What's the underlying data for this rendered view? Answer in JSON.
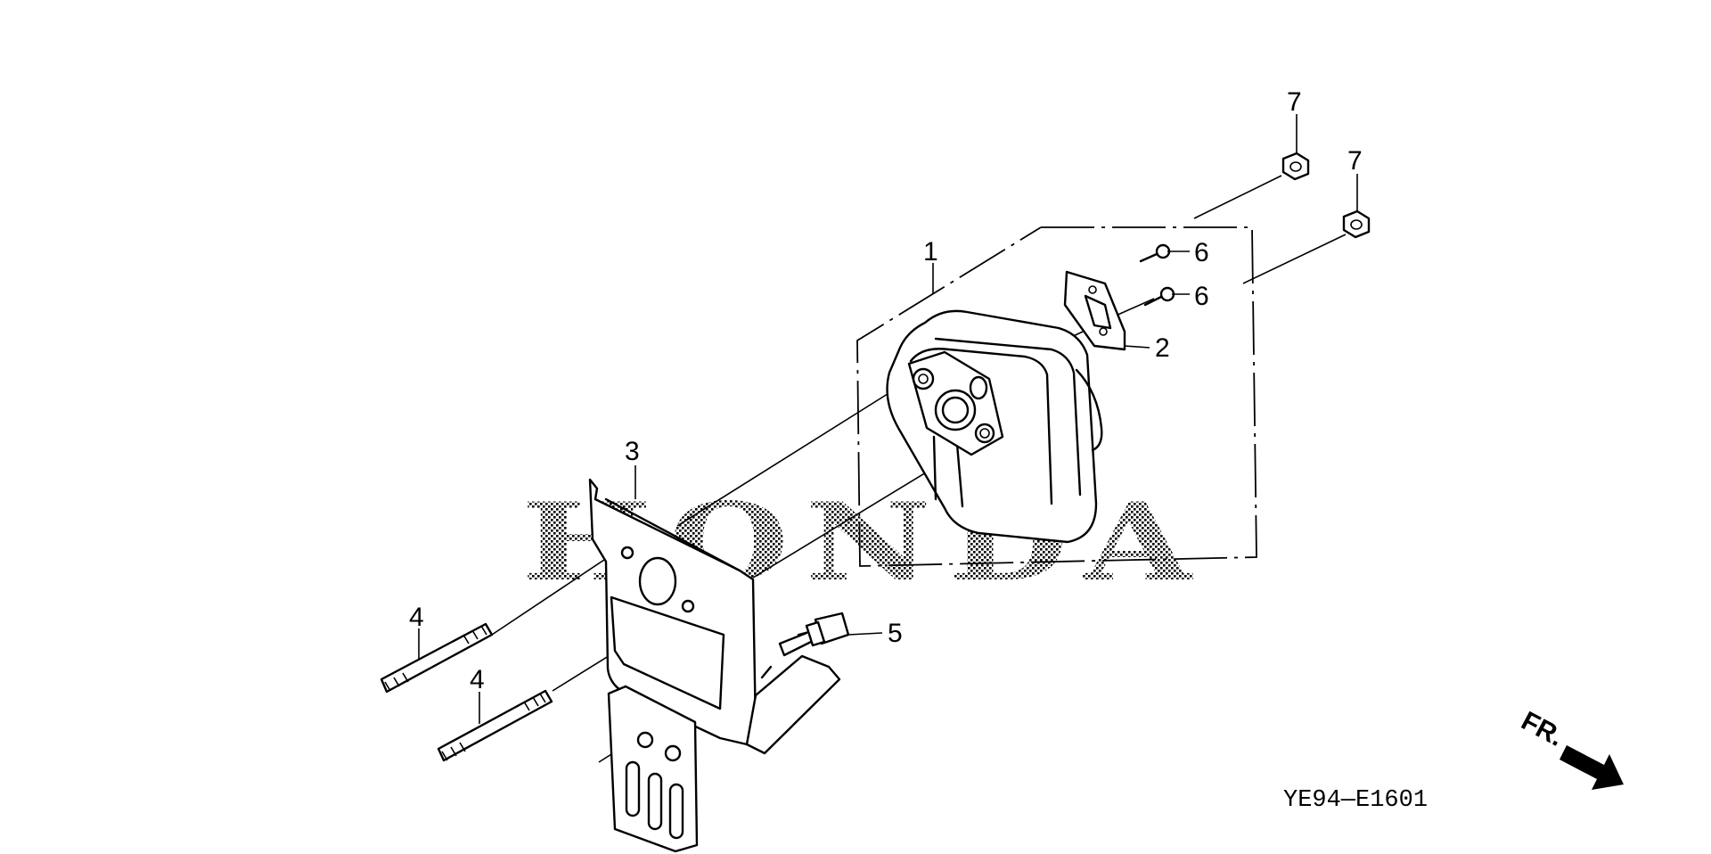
{
  "diagram": {
    "watermark_text": "HONDA",
    "diagram_code": "YE94—E1601",
    "direction_label": "FR.",
    "callouts": [
      {
        "id": "c1",
        "label": "1"
      },
      {
        "id": "c2",
        "label": "2"
      },
      {
        "id": "c3",
        "label": "3"
      },
      {
        "id": "c4a",
        "label": "4"
      },
      {
        "id": "c4b",
        "label": "4"
      },
      {
        "id": "c5",
        "label": "5"
      },
      {
        "id": "c6a",
        "label": "6"
      },
      {
        "id": "c6b",
        "label": "6"
      },
      {
        "id": "c7a",
        "label": "7"
      },
      {
        "id": "c7b",
        "label": "7"
      }
    ]
  }
}
